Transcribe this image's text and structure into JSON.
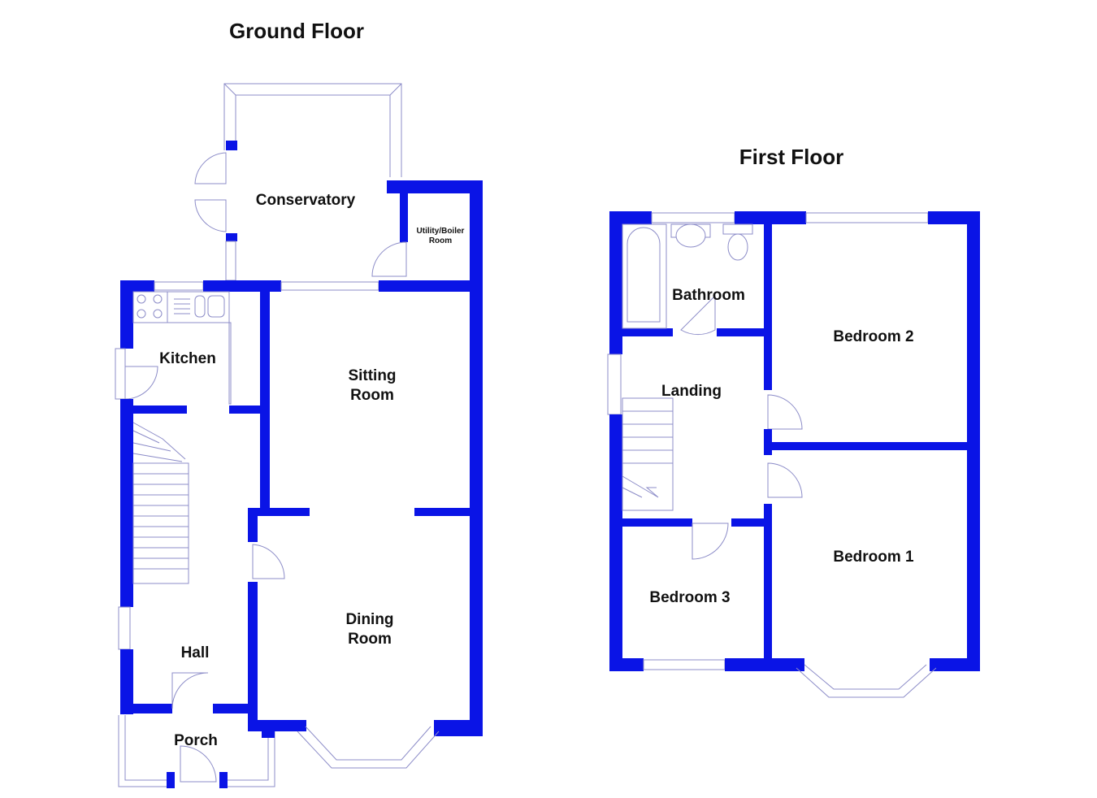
{
  "titles": {
    "ground": "Ground Floor",
    "first": "First Floor"
  },
  "ground_rooms": {
    "conservatory": "Conservatory",
    "utility_line1": "Utility/Boiler",
    "utility_line2": "Room",
    "kitchen": "Kitchen",
    "sitting_line1": "Sitting",
    "sitting_line2": "Room",
    "dining_line1": "Dining",
    "dining_line2": "Room",
    "hall": "Hall",
    "porch": "Porch"
  },
  "first_rooms": {
    "bathroom": "Bathroom",
    "bedroom2": "Bedroom 2",
    "landing": "Landing",
    "bedroom1": "Bedroom 1",
    "bedroom3": "Bedroom 3"
  },
  "colors": {
    "wall": "#0a14e6",
    "window_line": "#8c8cc8",
    "text": "#111111"
  }
}
